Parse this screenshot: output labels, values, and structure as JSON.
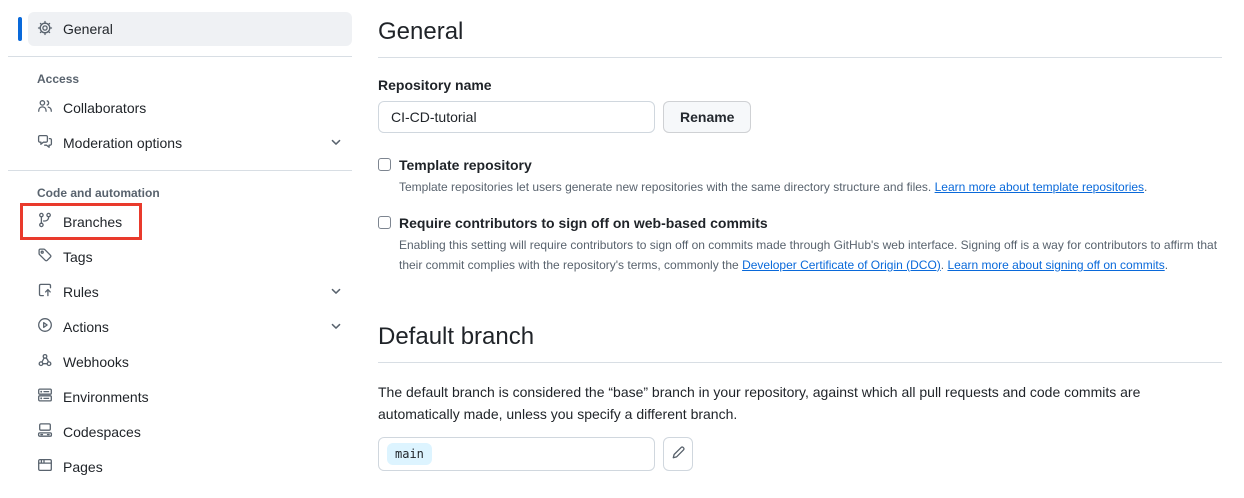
{
  "colors": {
    "accent_blue": "#0969da",
    "link_blue": "#0969da",
    "annotation_red": "#e93a2c",
    "branch_badge_bg": "#ddf4ff",
    "selected_item_bg": "#eff1f4",
    "text_primary": "#1f2328",
    "text_secondary": "#59636e",
    "border": "#d0d7de"
  },
  "sidebar": {
    "selected_item": {
      "label": "General",
      "icon": "gear-icon"
    },
    "sections": [
      {
        "label": "Access",
        "items": [
          {
            "label": "Collaborators",
            "icon": "people-icon"
          },
          {
            "label": "Moderation options",
            "icon": "comment-discussion-icon",
            "chevron": "true"
          }
        ]
      },
      {
        "label": "Code and automation",
        "items": [
          {
            "label": "Branches",
            "icon": "git-branch-icon",
            "annotated": "red-box"
          },
          {
            "label": "Tags",
            "icon": "tag-icon"
          },
          {
            "label": "Rules",
            "icon": "rules-icon",
            "chevron": "true"
          },
          {
            "label": "Actions",
            "icon": "play-circle-icon",
            "chevron": "true"
          },
          {
            "label": "Webhooks",
            "icon": "webhook-icon"
          },
          {
            "label": "Environments",
            "icon": "server-icon"
          },
          {
            "label": "Codespaces",
            "icon": "codespaces-icon"
          },
          {
            "label": "Pages",
            "icon": "browser-icon"
          }
        ]
      }
    ]
  },
  "main": {
    "general": {
      "title": "General",
      "repository_name": {
        "label": "Repository name",
        "value": "CI-CD-tutorial",
        "rename_button": "Rename"
      },
      "template_repository": {
        "label": "Template repository",
        "description": "Template repositories let users generate new repositories with the same directory structure and files. ",
        "link": "Learn more about template repositories",
        "suffix": "."
      },
      "signoff": {
        "label": "Require contributors to sign off on web-based commits",
        "description_before": "Enabling this setting will require contributors to sign off on commits made through GitHub's web interface. Signing off is a way for contributors to affirm that their commit complies with the repository's terms, commonly the ",
        "link_dco": "Developer Certificate of Origin (DCO)",
        "description_mid": ". ",
        "link_learn": "Learn more about signing off on commits",
        "description_after": "."
      }
    },
    "default_branch": {
      "title": "Default branch",
      "description": "The default branch is considered the “base” branch in your repository, against which all pull requests and code commits are automatically made, unless you specify a different branch.",
      "branch_name": "main"
    }
  }
}
